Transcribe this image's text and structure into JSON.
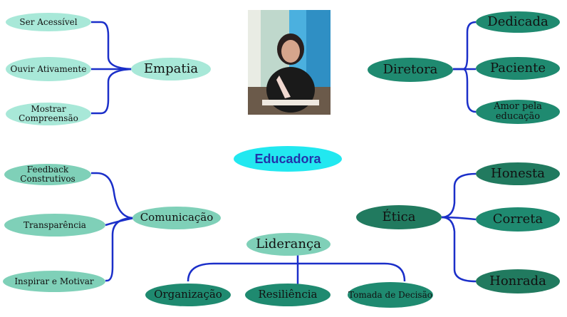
{
  "center": "Educadora",
  "photo": {
    "subject": "portrait of the educator"
  },
  "branches": {
    "empatia": {
      "label": "Empatia",
      "children": [
        "Ser Acessível",
        "Ouvir Ativamente",
        "Mostrar Compreensão"
      ]
    },
    "diretora": {
      "label": "Diretora",
      "children": [
        "Dedicada",
        "Paciente",
        "Amor pela educação"
      ]
    },
    "comunicacao": {
      "label": "Comunicação",
      "children": [
        "Feedback Construtivos",
        "Transparência",
        "Inspirar e Motivar"
      ]
    },
    "etica": {
      "label": "Ética",
      "children": [
        "Honesta",
        "Correta",
        "Honrada"
      ]
    },
    "lideranca": {
      "label": "Liderança",
      "children": [
        "Organização",
        "Resiliência",
        "Tomada de Decisão"
      ]
    }
  },
  "colors": {
    "line": "#1b2fc9",
    "center_fill": "#22e8f0",
    "center_text": "#2233aa",
    "light_node": "#a8e8d8",
    "dark_node": "#1f8a70"
  }
}
